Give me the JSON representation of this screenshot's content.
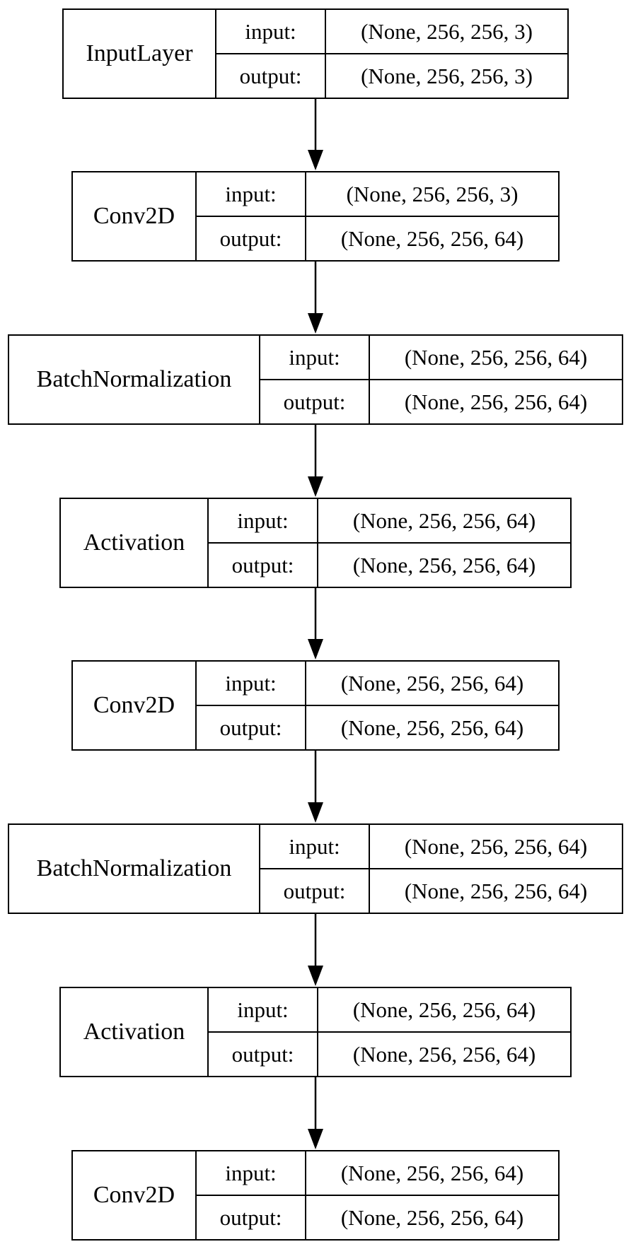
{
  "diagram": {
    "layers": [
      {
        "name": "InputLayer",
        "input_label": "input:",
        "output_label": "output:",
        "input_shape": "(None, 256, 256, 3)",
        "output_shape": "(None, 256, 256, 3)"
      },
      {
        "name": "Conv2D",
        "input_label": "input:",
        "output_label": "output:",
        "input_shape": "(None, 256, 256, 3)",
        "output_shape": "(None, 256, 256, 64)"
      },
      {
        "name": "BatchNormalization",
        "input_label": "input:",
        "output_label": "output:",
        "input_shape": "(None, 256, 256, 64)",
        "output_shape": "(None, 256, 256, 64)"
      },
      {
        "name": "Activation",
        "input_label": "input:",
        "output_label": "output:",
        "input_shape": "(None, 256, 256, 64)",
        "output_shape": "(None, 256, 256, 64)"
      },
      {
        "name": "Conv2D",
        "input_label": "input:",
        "output_label": "output:",
        "input_shape": "(None, 256, 256, 64)",
        "output_shape": "(None, 256, 256, 64)"
      },
      {
        "name": "BatchNormalization",
        "input_label": "input:",
        "output_label": "output:",
        "input_shape": "(None, 256, 256, 64)",
        "output_shape": "(None, 256, 256, 64)"
      },
      {
        "name": "Activation",
        "input_label": "input:",
        "output_label": "output:",
        "input_shape": "(None, 256, 256, 64)",
        "output_shape": "(None, 256, 256, 64)"
      },
      {
        "name": "Conv2D",
        "input_label": "input:",
        "output_label": "output:",
        "input_shape": "(None, 256, 256, 64)",
        "output_shape": "(None, 256, 256, 64)"
      }
    ]
  }
}
